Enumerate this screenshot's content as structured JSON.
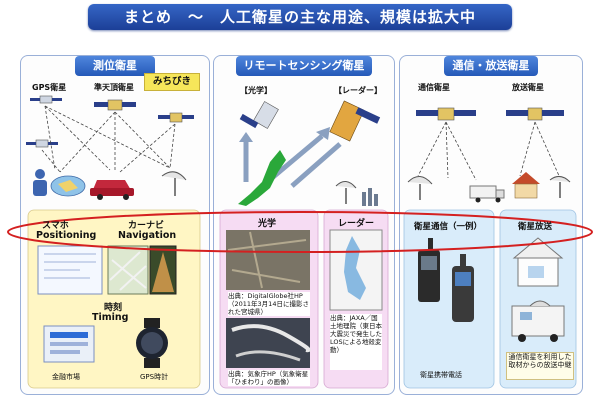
{
  "header": {
    "title": "まとめ　～　人工衛星の主な用途、規模は拡大中"
  },
  "panels": {
    "positioning": {
      "title": "測位衛星",
      "michibiki": "みちびき",
      "gps_label": "GPS衛星",
      "qzs_label": "準天頂衛星",
      "smartphone_jp": "スマホ",
      "smartphone_en": "Positioning",
      "carnavi_jp": "カーナビ",
      "carnavi_en": "Navigation",
      "time_jp": "時刻",
      "time_en": "Timing",
      "finance_label": "金融市場",
      "gps_watch_label": "GPS時計"
    },
    "remote": {
      "title": "リモートセンシング衛星",
      "optical_top": "【光学】",
      "radar_top": "【レーダー】",
      "optical_box": "光学",
      "radar_box": "レーダー",
      "source1": "出典：DigitalGlobe社HP（2011年3月14日に撮影された宮城県）",
      "source2": "出典：気象庁HP（気象衛星「ひまわり」の画像）",
      "source3": "出典：JAXA／国土地理院（東日本大震災で発生したLOSによる地殻変動）"
    },
    "comms": {
      "title": "通信・放送衛星",
      "comm_sat_label": "通信衛星",
      "broadcast_sat_label": "放送衛星",
      "sat_comm_box": "衛星通信（一例）",
      "sat_broadcast_box": "衛星放送",
      "phone_label": "衛星携帯電話",
      "relay_label": "通信衛星を利用した取材からの放送中継"
    }
  },
  "colors": {
    "banner": "#1c3f97",
    "panel_title": "#2559b8",
    "accent_ring": "#d42020",
    "yellow_box": "#fff6c4",
    "pink_box": "#f6dcf3",
    "blue_box": "#d9ecfa"
  }
}
